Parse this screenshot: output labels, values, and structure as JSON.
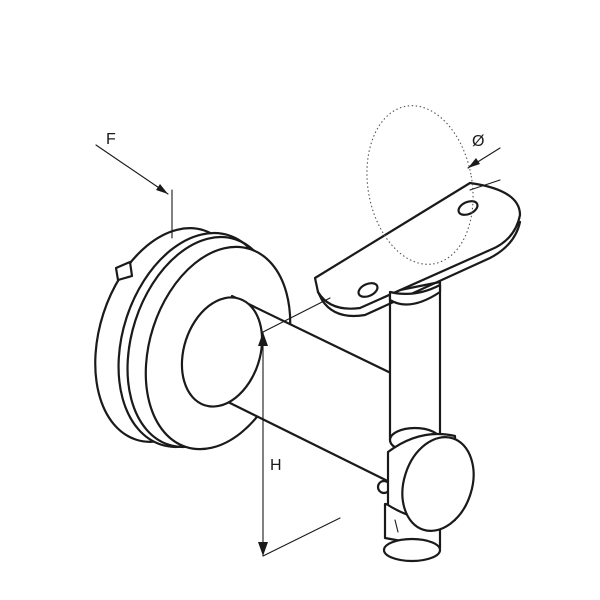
{
  "labels": {
    "F": "F",
    "diameter": "Ø",
    "H": "H"
  },
  "colors": {
    "ink": "#1a1a1a",
    "background": "#ffffff"
  }
}
